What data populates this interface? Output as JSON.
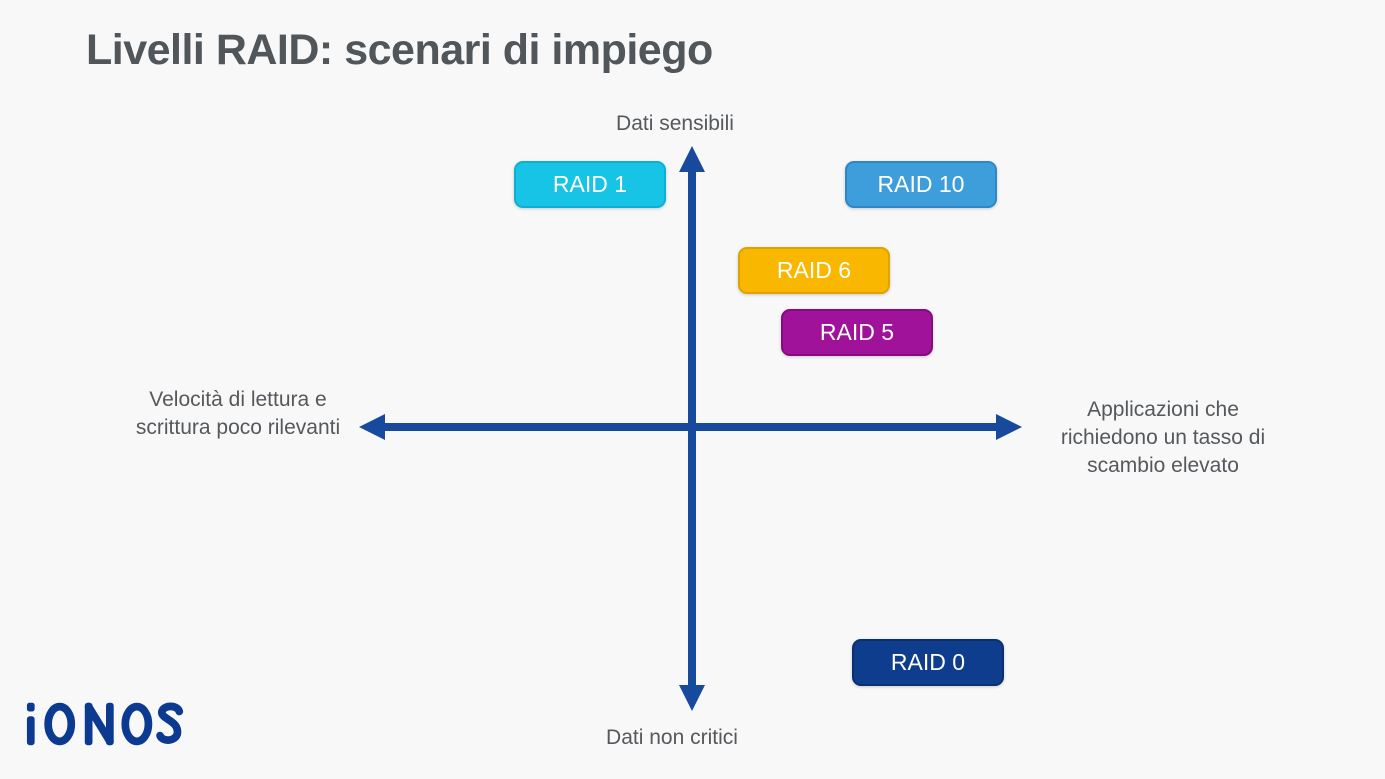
{
  "page": {
    "title": "Livelli RAID: scenari di impiego",
    "background_color": "#F8F8F8",
    "title_color": "#51565B",
    "label_color": "#55585C"
  },
  "brand": {
    "logo_text": "IONOS",
    "logo_color": "#0C3A90"
  },
  "chart_data": {
    "type": "scatter",
    "variant": "quadrant-diagram",
    "title": "Livelli RAID: scenari di impiego",
    "axis_color": "#17499C",
    "grid": false,
    "axes": {
      "top_label": "Dati sensibili",
      "bottom_label": "Dati non critici",
      "left_label_lines": [
        "Velocità di lettura e",
        "scrittura poco rilevanti"
      ],
      "right_label_lines": [
        "Applicazioni che",
        "richiedono un tasso di",
        "scambio elevato"
      ],
      "x_meaning": "velocità di lettura/scrittura richiesta (da poco rilevante a tasso di scambio elevato)",
      "y_meaning": "criticità dei dati (da dati non critici a dati sensibili)",
      "xlim": [
        -1,
        1
      ],
      "ylim": [
        -1,
        1
      ]
    },
    "points": [
      {
        "label": "RAID 1",
        "x": -0.3,
        "y": 0.87,
        "quadrant": "top-left",
        "fill": "#17C4E5",
        "border": "#0FAFD2"
      },
      {
        "label": "RAID 10",
        "x": 0.7,
        "y": 0.87,
        "quadrant": "top-right",
        "fill": "#3E9EDC",
        "border": "#2F87C6"
      },
      {
        "label": "RAID 6",
        "x": 0.38,
        "y": 0.56,
        "quadrant": "top-right",
        "fill": "#F9B700",
        "border": "#DDA300"
      },
      {
        "label": "RAID 5",
        "x": 0.51,
        "y": 0.34,
        "quadrant": "top-right",
        "fill": "#A1129A",
        "border": "#830D7E"
      },
      {
        "label": "RAID 0",
        "x": 0.72,
        "y": -0.84,
        "quadrant": "bottom-right",
        "fill": "#0E3D8D",
        "border": "#0A306F"
      }
    ]
  }
}
